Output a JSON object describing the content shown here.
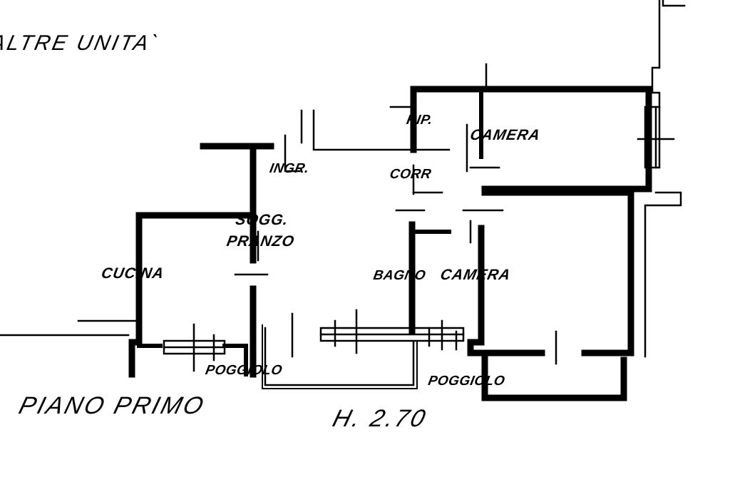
{
  "labels": {
    "other_units": "ALTRE UNITA`",
    "rip": "RIP.",
    "camera_top": "CAMERA",
    "ingr": "INGR.",
    "corr": "CORR",
    "sogg": "SOGG.",
    "pranzo": "PRANZO",
    "cucina": "CUCINA",
    "bagno": "BAGNO",
    "camera_right": "CAMERA",
    "poggiolo_left": "POGGIOLO",
    "poggiolo_right": "POGGIOLO",
    "floor_title": "PIANO PRIMO",
    "height": "H. 2.70"
  }
}
